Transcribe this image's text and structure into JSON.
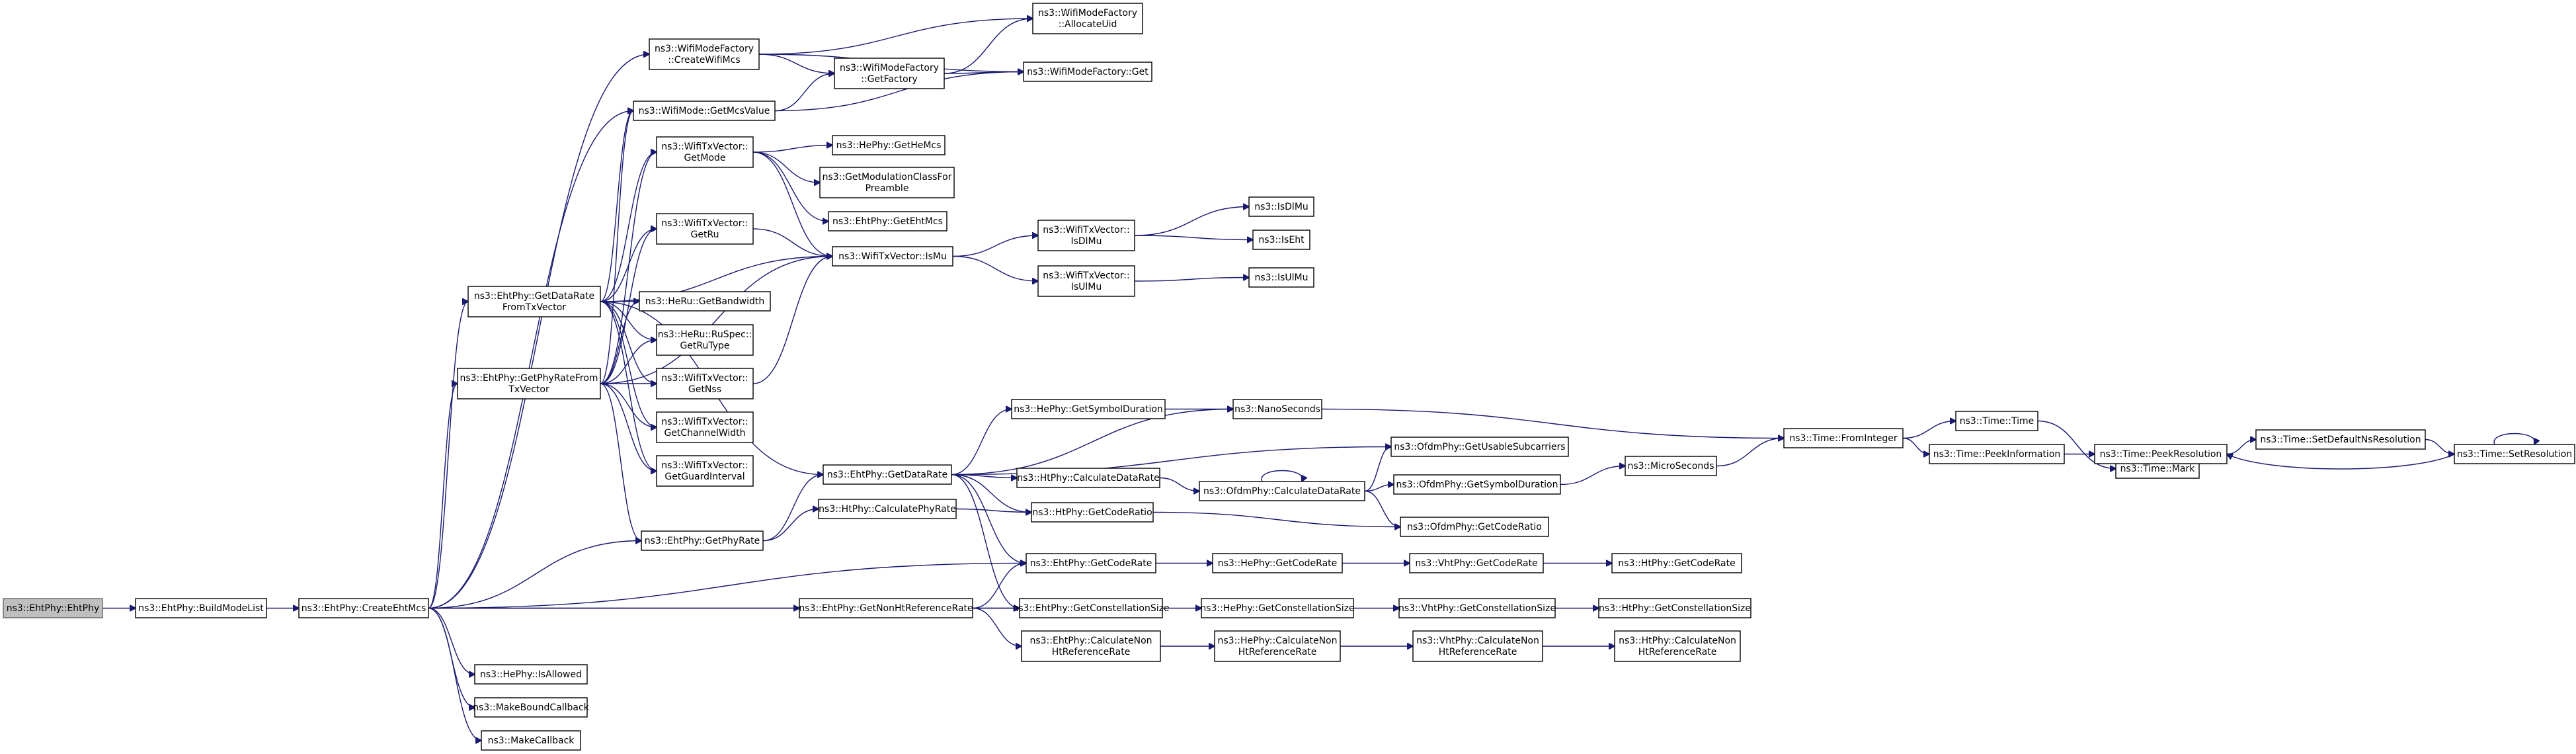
{
  "graph": {
    "root": "EhtPhy",
    "nodes": [
      {
        "id": "EhtPhy",
        "lines": [
          "ns3::EhtPhy::EhtPhy"
        ]
      },
      {
        "id": "BuildModeList",
        "lines": [
          "ns3::EhtPhy::BuildModeList"
        ]
      },
      {
        "id": "CreateEhtMcs",
        "lines": [
          "ns3::EhtPhy::CreateEhtMcs"
        ]
      },
      {
        "id": "CreateWifiMcs",
        "lines": [
          "ns3::WifiModeFactory",
          "::CreateWifiMcs"
        ]
      },
      {
        "id": "AllocateUid",
        "lines": [
          "ns3::WifiModeFactory",
          "::AllocateUid"
        ]
      },
      {
        "id": "GetFactory",
        "lines": [
          "ns3::WifiModeFactory",
          "::GetFactory"
        ]
      },
      {
        "id": "WMFGet",
        "lines": [
          "ns3::WifiModeFactory::Get"
        ]
      },
      {
        "id": "GetMcsValue",
        "lines": [
          "ns3::WifiMode::GetMcsValue"
        ]
      },
      {
        "id": "TxGetMode",
        "lines": [
          "ns3::WifiTxVector::",
          "GetMode"
        ]
      },
      {
        "id": "GetHeMcs",
        "lines": [
          "ns3::HePhy::GetHeMcs"
        ]
      },
      {
        "id": "GetModClass",
        "lines": [
          "ns3::GetModulationClassFor",
          "Preamble"
        ]
      },
      {
        "id": "GetEhtMcs",
        "lines": [
          "ns3::EhtPhy::GetEhtMcs"
        ]
      },
      {
        "id": "TxGetRu",
        "lines": [
          "ns3::WifiTxVector::",
          "GetRu"
        ]
      },
      {
        "id": "IsMu",
        "lines": [
          "ns3::WifiTxVector::IsMu"
        ]
      },
      {
        "id": "TxIsDlMu",
        "lines": [
          "ns3::WifiTxVector::",
          "IsDlMu"
        ]
      },
      {
        "id": "IsDlMu",
        "lines": [
          "ns3::IsDlMu"
        ]
      },
      {
        "id": "IsEht",
        "lines": [
          "ns3::IsEht"
        ]
      },
      {
        "id": "TxIsUlMu",
        "lines": [
          "ns3::WifiTxVector::",
          "IsUlMu"
        ]
      },
      {
        "id": "IsUlMu",
        "lines": [
          "ns3::IsUlMu"
        ]
      },
      {
        "id": "GetDataRateFromTx",
        "lines": [
          "ns3::EhtPhy::GetDataRate",
          "FromTxVector"
        ]
      },
      {
        "id": "HeRuGetBandwidth",
        "lines": [
          "ns3::HeRu::GetBandwidth"
        ]
      },
      {
        "id": "RuSpecGetRuType",
        "lines": [
          "ns3::HeRu::RuSpec::",
          "GetRuType"
        ]
      },
      {
        "id": "GetPhyRateFromTx",
        "lines": [
          "ns3::EhtPhy::GetPhyRateFrom",
          "TxVector"
        ]
      },
      {
        "id": "TxGetNss",
        "lines": [
          "ns3::WifiTxVector::",
          "GetNss"
        ]
      },
      {
        "id": "TxGetChannelWidth",
        "lines": [
          "ns3::WifiTxVector::",
          "GetChannelWidth"
        ]
      },
      {
        "id": "TxGetGuardInterval",
        "lines": [
          "ns3::WifiTxVector::",
          "GetGuardInterval"
        ]
      },
      {
        "id": "HeGetSymbolDuration",
        "lines": [
          "ns3::HePhy::GetSymbolDuration"
        ]
      },
      {
        "id": "NanoSeconds",
        "lines": [
          "ns3::NanoSeconds"
        ]
      },
      {
        "id": "EhtGetDataRate",
        "lines": [
          "ns3::EhtPhy::GetDataRate"
        ]
      },
      {
        "id": "OfdmGetUsableSubcarriers",
        "lines": [
          "ns3::OfdmPhy::GetUsableSubcarriers"
        ]
      },
      {
        "id": "HtCalculateDataRate",
        "lines": [
          "ns3::HtPhy::CalculateDataRate"
        ]
      },
      {
        "id": "OfdmCalculateDataRate",
        "lines": [
          "ns3::OfdmPhy::CalculateDataRate"
        ]
      },
      {
        "id": "OfdmGetSymbolDuration",
        "lines": [
          "ns3::OfdmPhy::GetSymbolDuration"
        ]
      },
      {
        "id": "MicroSeconds",
        "lines": [
          "ns3::MicroSeconds"
        ]
      },
      {
        "id": "TimeFromInteger",
        "lines": [
          "ns3::Time::FromInteger"
        ]
      },
      {
        "id": "TimeTime",
        "lines": [
          "ns3::Time::Time"
        ]
      },
      {
        "id": "TimeMark",
        "lines": [
          "ns3::Time::Mark"
        ]
      },
      {
        "id": "TimePeekInformation",
        "lines": [
          "ns3::Time::PeekInformation"
        ]
      },
      {
        "id": "TimePeekResolution",
        "lines": [
          "ns3::Time::PeekResolution"
        ]
      },
      {
        "id": "TimeSetDefaultNsResolution",
        "lines": [
          "ns3::Time::SetDefaultNsResolution"
        ]
      },
      {
        "id": "TimeSetResolution",
        "lines": [
          "ns3::Time::SetResolution"
        ]
      },
      {
        "id": "HtCalculatePhyRate",
        "lines": [
          "ns3::HtPhy::CalculatePhyRate"
        ]
      },
      {
        "id": "HtGetCodeRatio",
        "lines": [
          "ns3::HtPhy::GetCodeRatio"
        ]
      },
      {
        "id": "OfdmGetCodeRatio",
        "lines": [
          "ns3::OfdmPhy::GetCodeRatio"
        ]
      },
      {
        "id": "EhtGetPhyRate",
        "lines": [
          "ns3::EhtPhy::GetPhyRate"
        ]
      },
      {
        "id": "EhtGetCodeRate",
        "lines": [
          "ns3::EhtPhy::GetCodeRate"
        ]
      },
      {
        "id": "HeGetCodeRate",
        "lines": [
          "ns3::HePhy::GetCodeRate"
        ]
      },
      {
        "id": "VhtGetCodeRate",
        "lines": [
          "ns3::VhtPhy::GetCodeRate"
        ]
      },
      {
        "id": "HtGetCodeRate",
        "lines": [
          "ns3::HtPhy::GetCodeRate"
        ]
      },
      {
        "id": "EhtGetNonHtRefRate",
        "lines": [
          "ns3::EhtPhy::GetNonHtReferenceRate"
        ]
      },
      {
        "id": "EhtGetConstellationSize",
        "lines": [
          "ns3::EhtPhy::GetConstellationSize"
        ]
      },
      {
        "id": "HeGetConstellationSize",
        "lines": [
          "ns3::HePhy::GetConstellationSize"
        ]
      },
      {
        "id": "VhtGetConstellationSize",
        "lines": [
          "ns3::VhtPhy::GetConstellationSize"
        ]
      },
      {
        "id": "HtGetConstellationSize",
        "lines": [
          "ns3::HtPhy::GetConstellationSize"
        ]
      },
      {
        "id": "EhtCalcNonHtRefRate",
        "lines": [
          "ns3::EhtPhy::CalculateNon",
          "HtReferenceRate"
        ]
      },
      {
        "id": "HeCalcNonHtRefRate",
        "lines": [
          "ns3::HePhy::CalculateNon",
          "HtReferenceRate"
        ]
      },
      {
        "id": "VhtCalcNonHtRefRate",
        "lines": [
          "ns3::VhtPhy::CalculateNon",
          "HtReferenceRate"
        ]
      },
      {
        "id": "HtCalcNonHtRefRate",
        "lines": [
          "ns3::HtPhy::CalculateNon",
          "HtReferenceRate"
        ]
      },
      {
        "id": "HeIsAllowed",
        "lines": [
          "ns3::HePhy::IsAllowed"
        ]
      },
      {
        "id": "MakeBoundCallback",
        "lines": [
          "ns3::MakeBoundCallback"
        ]
      },
      {
        "id": "MakeCallback",
        "lines": [
          "ns3::MakeCallback"
        ]
      }
    ],
    "edges": [
      [
        "EhtPhy",
        "BuildModeList"
      ],
      [
        "BuildModeList",
        "CreateEhtMcs"
      ],
      [
        "CreateEhtMcs",
        "CreateWifiMcs"
      ],
      [
        "CreateEhtMcs",
        "GetMcsValue"
      ],
      [
        "CreateEhtMcs",
        "GetDataRateFromTx"
      ],
      [
        "CreateEhtMcs",
        "GetPhyRateFromTx"
      ],
      [
        "CreateEhtMcs",
        "EhtGetPhyRate"
      ],
      [
        "CreateEhtMcs",
        "EhtGetCodeRate"
      ],
      [
        "CreateEhtMcs",
        "EhtGetNonHtRefRate"
      ],
      [
        "CreateEhtMcs",
        "EhtGetConstellationSize"
      ],
      [
        "CreateEhtMcs",
        "HeIsAllowed"
      ],
      [
        "CreateEhtMcs",
        "MakeBoundCallback"
      ],
      [
        "CreateEhtMcs",
        "MakeCallback"
      ],
      [
        "CreateWifiMcs",
        "AllocateUid"
      ],
      [
        "CreateWifiMcs",
        "GetFactory"
      ],
      [
        "CreateWifiMcs",
        "WMFGet"
      ],
      [
        "GetFactory",
        "AllocateUid"
      ],
      [
        "GetFactory",
        "WMFGet"
      ],
      [
        "GetMcsValue",
        "GetFactory"
      ],
      [
        "GetMcsValue",
        "WMFGet"
      ],
      [
        "TxGetMode",
        "GetHeMcs"
      ],
      [
        "TxGetMode",
        "GetModClass"
      ],
      [
        "TxGetMode",
        "GetEhtMcs"
      ],
      [
        "TxGetMode",
        "IsMu"
      ],
      [
        "TxGetRu",
        "IsMu"
      ],
      [
        "IsMu",
        "TxIsDlMu"
      ],
      [
        "IsMu",
        "TxIsUlMu"
      ],
      [
        "TxIsDlMu",
        "IsDlMu"
      ],
      [
        "TxIsDlMu",
        "IsEht"
      ],
      [
        "TxIsUlMu",
        "IsUlMu"
      ],
      [
        "GetDataRateFromTx",
        "GetMcsValue"
      ],
      [
        "GetDataRateFromTx",
        "TxGetMode"
      ],
      [
        "GetDataRateFromTx",
        "TxGetRu"
      ],
      [
        "GetDataRateFromTx",
        "IsMu"
      ],
      [
        "GetDataRateFromTx",
        "HeRuGetBandwidth"
      ],
      [
        "GetDataRateFromTx",
        "RuSpecGetRuType"
      ],
      [
        "GetDataRateFromTx",
        "TxGetNss"
      ],
      [
        "GetDataRateFromTx",
        "TxGetChannelWidth"
      ],
      [
        "GetDataRateFromTx",
        "TxGetGuardInterval"
      ],
      [
        "GetDataRateFromTx",
        "EhtGetDataRate"
      ],
      [
        "GetPhyRateFromTx",
        "GetMcsValue"
      ],
      [
        "GetPhyRateFromTx",
        "TxGetMode"
      ],
      [
        "GetPhyRateFromTx",
        "TxGetRu"
      ],
      [
        "GetPhyRateFromTx",
        "HeRuGetBandwidth"
      ],
      [
        "GetPhyRateFromTx",
        "RuSpecGetRuType"
      ],
      [
        "GetPhyRateFromTx",
        "TxGetNss"
      ],
      [
        "GetPhyRateFromTx",
        "TxGetChannelWidth"
      ],
      [
        "GetPhyRateFromTx",
        "TxGetGuardInterval"
      ],
      [
        "GetPhyRateFromTx",
        "IsMu"
      ],
      [
        "GetPhyRateFromTx",
        "EhtGetPhyRate"
      ],
      [
        "TxGetNss",
        "IsMu"
      ],
      [
        "EhtGetPhyRate",
        "EhtGetDataRate"
      ],
      [
        "EhtGetPhyRate",
        "HtCalculatePhyRate"
      ],
      [
        "EhtGetDataRate",
        "HeGetSymbolDuration"
      ],
      [
        "EhtGetDataRate",
        "NanoSeconds"
      ],
      [
        "EhtGetDataRate",
        "OfdmGetUsableSubcarriers"
      ],
      [
        "EhtGetDataRate",
        "HtCalculateDataRate"
      ],
      [
        "EhtGetDataRate",
        "HtGetCodeRatio"
      ],
      [
        "EhtGetDataRate",
        "EhtGetCodeRate"
      ],
      [
        "EhtGetDataRate",
        "EhtGetConstellationSize"
      ],
      [
        "HeGetSymbolDuration",
        "NanoSeconds"
      ],
      [
        "NanoSeconds",
        "TimeFromInteger"
      ],
      [
        "HtCalculateDataRate",
        "OfdmCalculateDataRate"
      ],
      [
        "OfdmCalculateDataRate",
        "OfdmCalculateDataRate"
      ],
      [
        "OfdmCalculateDataRate",
        "OfdmGetUsableSubcarriers"
      ],
      [
        "OfdmCalculateDataRate",
        "OfdmGetSymbolDuration"
      ],
      [
        "OfdmCalculateDataRate",
        "OfdmGetCodeRatio"
      ],
      [
        "OfdmGetSymbolDuration",
        "MicroSeconds"
      ],
      [
        "MicroSeconds",
        "TimeFromInteger"
      ],
      [
        "TimeFromInteger",
        "TimeTime"
      ],
      [
        "TimeFromInteger",
        "TimePeekInformation"
      ],
      [
        "TimeTime",
        "TimeMark"
      ],
      [
        "TimePeekInformation",
        "TimePeekResolution"
      ],
      [
        "TimePeekResolution",
        "TimeSetDefaultNsResolution"
      ],
      [
        "TimeSetDefaultNsResolution",
        "TimeSetResolution"
      ],
      [
        "TimeSetResolution",
        "TimePeekResolution"
      ],
      [
        "TimeSetResolution",
        "TimeSetResolution"
      ],
      [
        "HtCalculatePhyRate",
        "HtGetCodeRatio"
      ],
      [
        "HtGetCodeRatio",
        "OfdmGetCodeRatio"
      ],
      [
        "EhtGetCodeRate",
        "HeGetCodeRate"
      ],
      [
        "HeGetCodeRate",
        "VhtGetCodeRate"
      ],
      [
        "VhtGetCodeRate",
        "HtGetCodeRate"
      ],
      [
        "EhtGetNonHtRefRate",
        "EhtGetCodeRate"
      ],
      [
        "EhtGetNonHtRefRate",
        "EhtGetConstellationSize"
      ],
      [
        "EhtGetNonHtRefRate",
        "EhtCalcNonHtRefRate"
      ],
      [
        "EhtGetConstellationSize",
        "HeGetConstellationSize"
      ],
      [
        "HeGetConstellationSize",
        "VhtGetConstellationSize"
      ],
      [
        "VhtGetConstellationSize",
        "HtGetConstellationSize"
      ],
      [
        "EhtCalcNonHtRefRate",
        "HeCalcNonHtRefRate"
      ],
      [
        "HeCalcNonHtRefRate",
        "VhtCalcNonHtRefRate"
      ],
      [
        "VhtCalcNonHtRefRate",
        "HtCalcNonHtRefRate"
      ]
    ]
  }
}
